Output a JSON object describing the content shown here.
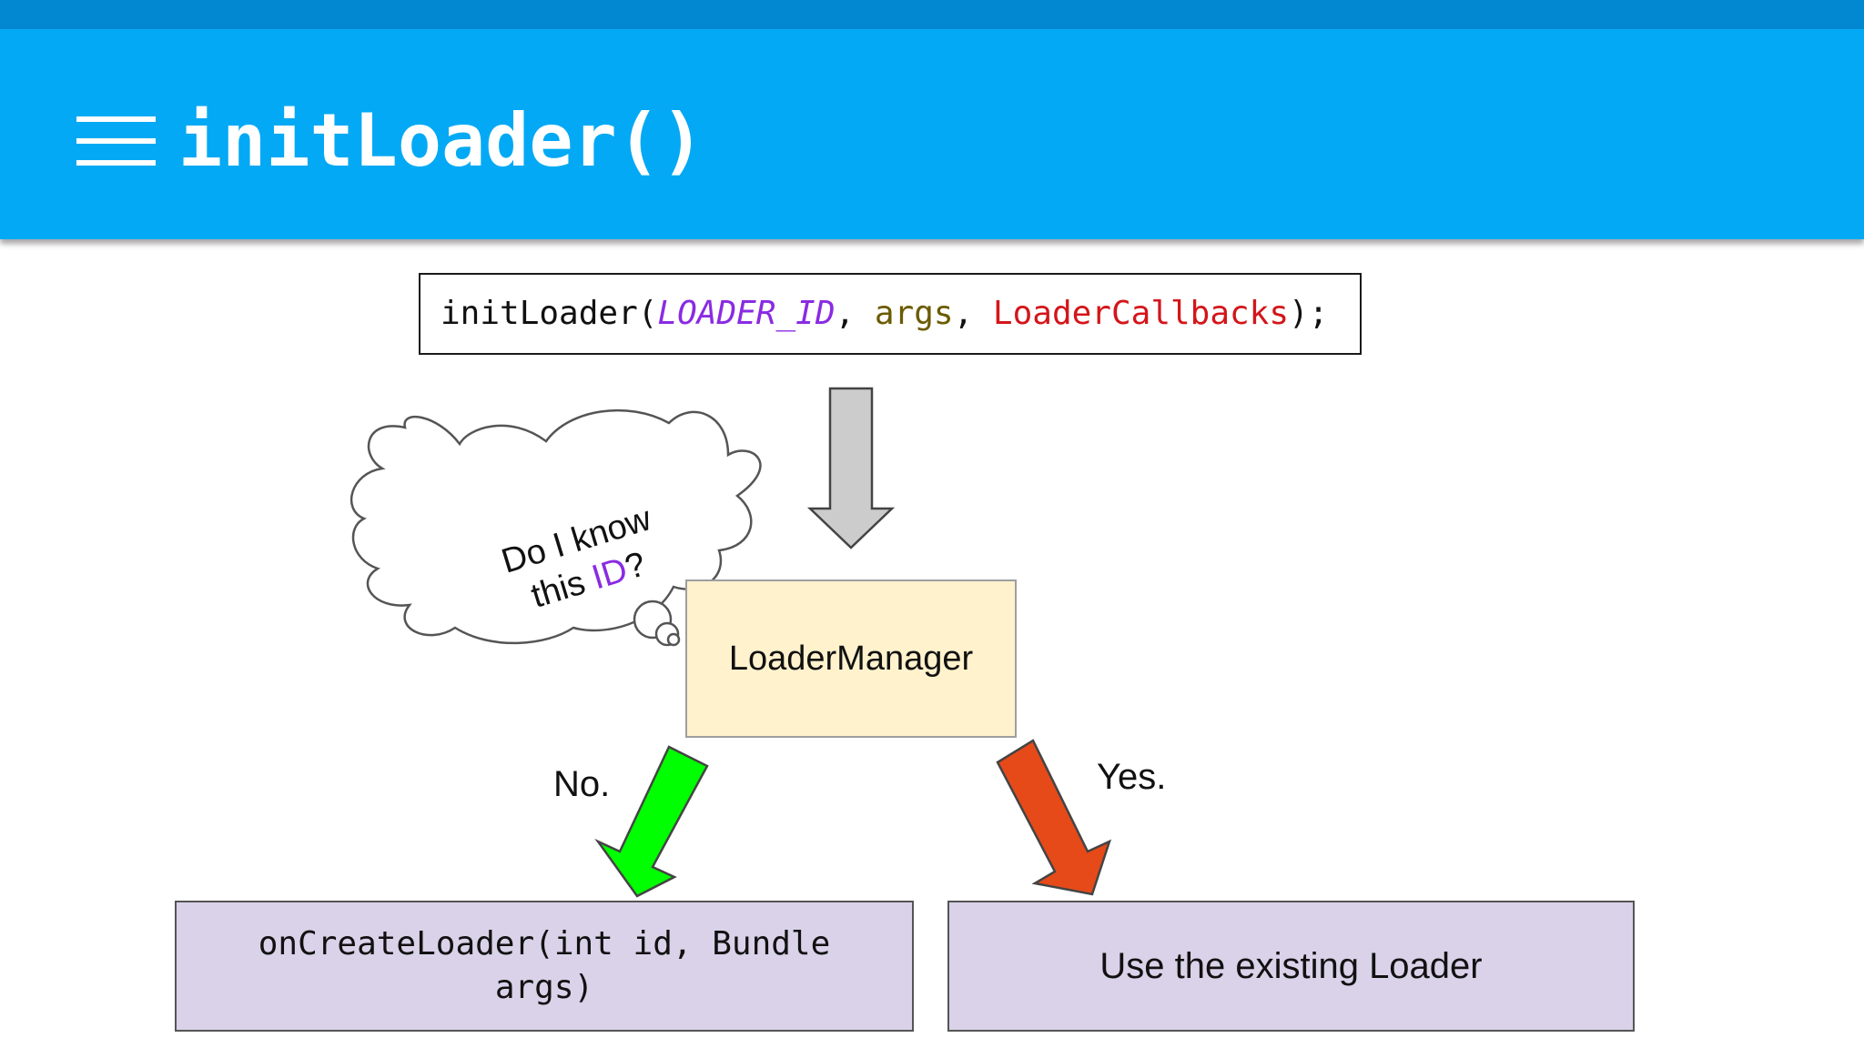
{
  "header": {
    "title": "initLoader()",
    "background": "#03a9f4",
    "menu_icon": "hamburger-menu-icon"
  },
  "code": {
    "fn": "initLoader(",
    "id_arg": "LOADER_ID",
    "sep1": ", ",
    "args": "args",
    "sep2": ", ",
    "callbacks": "LoaderCallbacks",
    "end": ");"
  },
  "thought": {
    "line1": "Do I know",
    "line2_prefix": "this ",
    "line2_id": "ID",
    "line2_suffix": "?"
  },
  "manager": {
    "label": "LoaderManager"
  },
  "branches": {
    "no_label": "No.",
    "yes_label": "Yes.",
    "no_color": "#00ff00",
    "yes_color": "#e64a19",
    "down_arrow_color": "#cccccc"
  },
  "results": {
    "no_target": "onCreateLoader(int id, Bundle args)",
    "yes_target": "Use the existing Loader"
  }
}
